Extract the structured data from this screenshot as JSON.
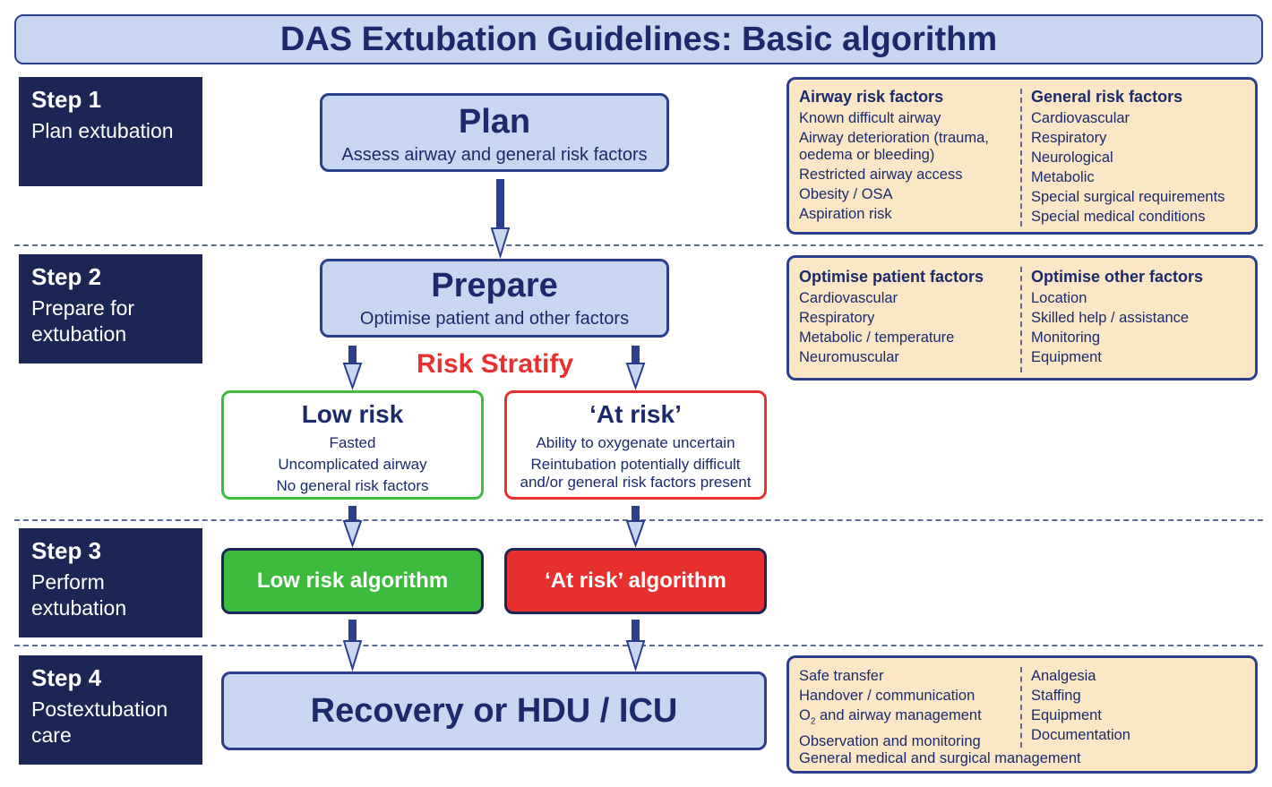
{
  "title": "DAS Extubation Guidelines: Basic algorithm",
  "steps": [
    {
      "num": "Step 1",
      "desc": "Plan extubation"
    },
    {
      "num": "Step 2",
      "desc": "Prepare for extubation"
    },
    {
      "num": "Step 3",
      "desc": "Perform extubation"
    },
    {
      "num": "Step 4",
      "desc": "Postextubation care"
    }
  ],
  "plan": {
    "title": "Plan",
    "sub": "Assess airway and general risk factors"
  },
  "prepare": {
    "title": "Prepare",
    "sub": "Optimise patient and other factors"
  },
  "risk_stratify": "Risk Stratify",
  "low_risk": {
    "title": "Low risk",
    "lines": [
      "Fasted",
      "Uncomplicated airway",
      "No general risk factors"
    ]
  },
  "at_risk": {
    "title": "‘At risk’",
    "lines": [
      "Ability to oxygenate uncertain",
      "Reintubation potentially difficult",
      "and/or general risk factors present"
    ]
  },
  "low_algo": "Low risk algorithm",
  "at_algo": "‘At risk’ algorithm",
  "recovery": "Recovery or HDU / ICU",
  "box1": {
    "left_head": "Airway risk factors",
    "left_items": [
      "Known difficult airway",
      "Airway deterioration (trauma,",
      "oedema or bleeding)",
      "Restricted airway access",
      "Obesity / OSA",
      "Aspiration risk"
    ],
    "right_head": "General risk factors",
    "right_items": [
      "Cardiovascular",
      "Respiratory",
      "Neurological",
      "Metabolic",
      "Special surgical requirements",
      "Special medical conditions"
    ]
  },
  "box2": {
    "left_head": "Optimise patient factors",
    "left_items": [
      "Cardiovascular",
      "Respiratory",
      "Metabolic / temperature",
      "Neuromuscular"
    ],
    "right_head": "Optimise other factors",
    "right_items": [
      "Location",
      "Skilled help / assistance",
      "Monitoring",
      "Equipment"
    ]
  },
  "box4": {
    "left_items": [
      "Safe transfer",
      "Handover / communication",
      "O",
      "2",
      " and airway management",
      "Observation and monitoring"
    ],
    "right_items": [
      "Analgesia",
      "Staffing",
      "Equipment",
      "Documentation"
    ],
    "footer": "General medical and surgical management"
  },
  "colors": {
    "navy": "#1b2654",
    "light_blue": "#c9d6ef",
    "green": "#3dbb3d",
    "red": "#e8312f",
    "peach": "#fbe6c6"
  }
}
